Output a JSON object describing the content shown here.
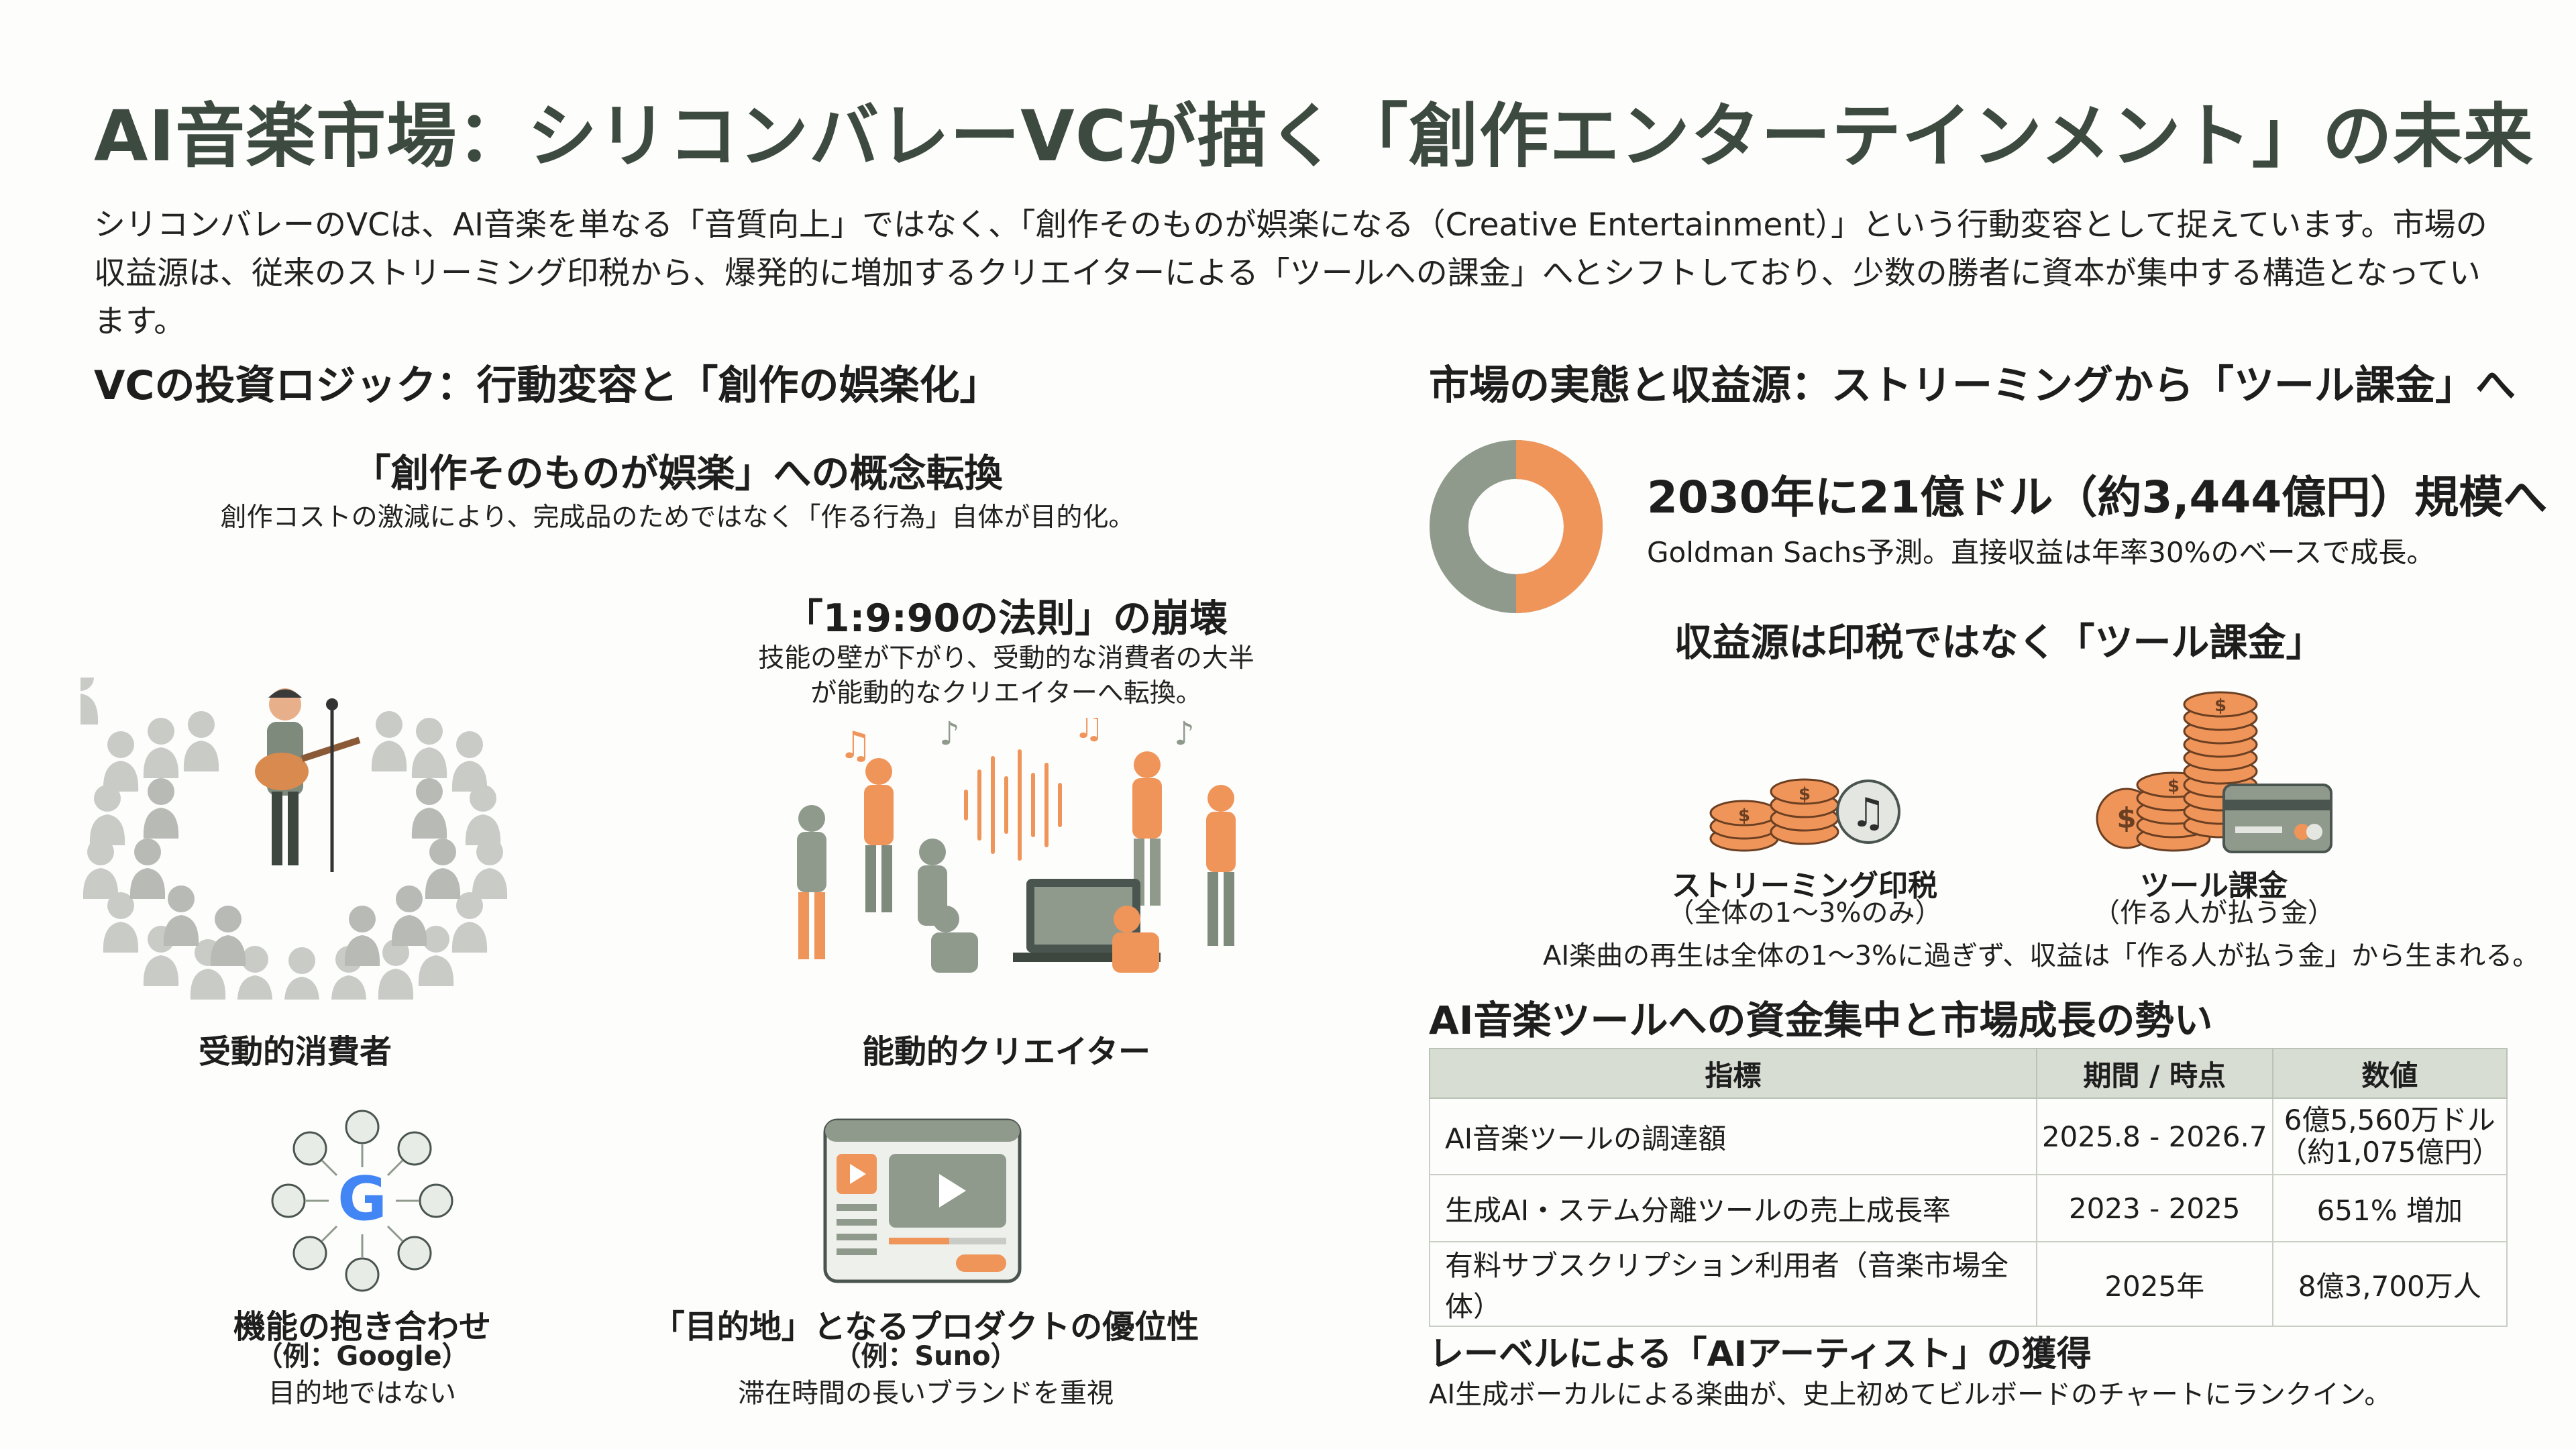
{
  "header": {
    "title": "AI音楽市場：シリコンバレーVCが描く「創作エンターテインメント」の未来",
    "intro": "シリコンバレーのVCは、AI音楽を単なる「音質向上」ではなく、「創作そのものが娯楽になる（Creative Entertainment）」という行動変容として捉えています。市場の収益源は、従来のストリーミング印税から、爆発的に増加するクリエイターによる「ツールへの課金」へとシフトしており、少数の勝者に資本が集中する構造となっています。"
  },
  "left": {
    "heading": "VCの投資ロジック：行動変容と「創作の娯楽化」",
    "concept_title": "「創作そのものが娯楽」への概念転換",
    "concept_desc": "創作コストの激減により、完成品のためではなく「作る行為」自体が目的化。",
    "rule_title": "「1:9:90の法則」の崩壊",
    "rule_desc_1": "技能の壁が下がり、受動的な消費者の大半",
    "rule_desc_2": "が能動的なクリエイターへ転換。",
    "passive_label": "受動的消費者",
    "active_label": "能動的クリエイター",
    "bundle_title": "機能の抱き合わせ",
    "bundle_example": "（例：Google）",
    "bundle_note": "目的地ではない",
    "destination_title": "「目的地」となるプロダクトの優位性",
    "destination_example": "（例：Suno）",
    "destination_note": "滞在時間の長いブランドを重視"
  },
  "right": {
    "heading": "市場の実態と収益源：ストリーミングから「ツール課金」へ",
    "market_title": "2030年に21億ドル（約3,444億円）規模へ",
    "market_desc": "Goldman Sachs予測。直接収益は年率30%のベースで成長。",
    "revenue_title": "収益源は印税ではなく「ツール課金」",
    "streaming_label": "ストリーミング印税",
    "streaming_sub": "（全体の1〜3%のみ）",
    "tool_label": "ツール課金",
    "tool_sub": "（作る人が払う金）",
    "revenue_note": "AI楽曲の再生は全体の1〜3%に過ぎず、収益は「作る人が払う金」から生まれる。",
    "table_heading": "AI音楽ツールへの資金集中と市場成長の勢い",
    "table": {
      "headers": [
        "指標",
        "期間 / 時点",
        "数値"
      ],
      "rows": [
        [
          "AI音楽ツールの調達額",
          "2025.8 - 2026.7",
          "6億5,560万ドル\n（約1,075億円）"
        ],
        [
          "生成AI・ステム分離ツールの売上成長率",
          "2023 - 2025",
          "651% 増加"
        ],
        [
          "有料サブスクリプション利用者（音楽市場全体）",
          "2025年",
          "8億3,700万人"
        ]
      ]
    },
    "label_title": "レーベルによる「AIアーティスト」の獲得",
    "label_desc": "AI生成ボーカルによる楽曲が、史上初めてビルボードのチャートにランクイン。"
  },
  "colors": {
    "accent_orange": "#f0955a",
    "sage": "#8f9a8c",
    "dark_green": "#3d4a40",
    "table_header": "#d7ddd2"
  },
  "icons": [
    "donut-chart-icon",
    "coin-stack-icon",
    "music-note-icon",
    "credit-card-icon",
    "google-logo-icon",
    "app-window-icon",
    "performer-icon",
    "crowd-icon",
    "creators-icon"
  ]
}
